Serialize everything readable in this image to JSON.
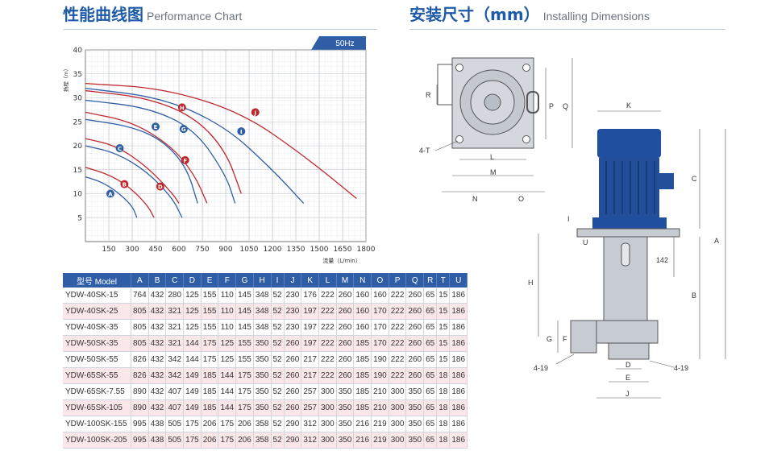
{
  "perf": {
    "title_cn": "性能曲线图",
    "title_en": "Performance Chart"
  },
  "install": {
    "title_cn": "安装尺寸（mm）",
    "title_en": "Installing Dimensions"
  },
  "chart_data": {
    "type": "line",
    "title": "",
    "badge": "50Hz",
    "ylabel": "扬程（m）",
    "xlabel": "流量（L/min）",
    "xlim": [
      0,
      1800
    ],
    "ylim": [
      0,
      40
    ],
    "x_ticks": [
      150,
      300,
      450,
      600,
      750,
      900,
      1050,
      1200,
      1350,
      1500,
      1650,
      1800
    ],
    "y_ticks": [
      5,
      10,
      15,
      20,
      25,
      30,
      35,
      40
    ],
    "grid": true,
    "series": [
      {
        "name": "A",
        "color": "#2f5da6",
        "points": [
          [
            0,
            13.5
          ],
          [
            100,
            12.5
          ],
          [
            200,
            10.5
          ],
          [
            300,
            7.5
          ],
          [
            330,
            5
          ]
        ]
      },
      {
        "name": "B",
        "color": "#c0272d",
        "points": [
          [
            0,
            15.5
          ],
          [
            150,
            14
          ],
          [
            280,
            11.5
          ],
          [
            400,
            7.5
          ],
          [
            440,
            5
          ]
        ]
      },
      {
        "name": "C",
        "color": "#2f5da6",
        "points": [
          [
            0,
            20
          ],
          [
            200,
            18.5
          ],
          [
            400,
            14.5
          ],
          [
            560,
            9
          ],
          [
            620,
            5
          ]
        ]
      },
      {
        "name": "D",
        "color": "#c0272d",
        "points": [
          [
            0,
            21.5
          ],
          [
            200,
            20
          ],
          [
            400,
            15.5
          ],
          [
            560,
            10
          ],
          [
            600,
            8
          ]
        ]
      },
      {
        "name": "E",
        "color": "#2f5da6",
        "points": [
          [
            0,
            25.5
          ],
          [
            300,
            24
          ],
          [
            500,
            21
          ],
          [
            650,
            15.5
          ],
          [
            720,
            8
          ]
        ]
      },
      {
        "name": "F",
        "color": "#c0272d",
        "points": [
          [
            0,
            27
          ],
          [
            300,
            25
          ],
          [
            550,
            20
          ],
          [
            700,
            14
          ],
          [
            780,
            8
          ]
        ]
      },
      {
        "name": "G",
        "color": "#2f5da6",
        "points": [
          [
            0,
            29.5
          ],
          [
            400,
            28
          ],
          [
            700,
            23.5
          ],
          [
            900,
            14
          ],
          [
            960,
            8
          ]
        ]
      },
      {
        "name": "H",
        "color": "#c0272d",
        "points": [
          [
            0,
            31.5
          ],
          [
            400,
            30
          ],
          [
            700,
            26
          ],
          [
            900,
            19
          ],
          [
            1000,
            10
          ]
        ]
      },
      {
        "name": "I",
        "color": "#2f5da6",
        "points": [
          [
            0,
            32
          ],
          [
            500,
            30
          ],
          [
            900,
            24
          ],
          [
            1200,
            15
          ],
          [
            1400,
            8
          ]
        ]
      },
      {
        "name": "J",
        "color": "#c0272d",
        "points": [
          [
            0,
            33
          ],
          [
            500,
            32
          ],
          [
            1000,
            27
          ],
          [
            1400,
            18
          ],
          [
            1740,
            9
          ]
        ]
      }
    ],
    "markers": [
      {
        "name": "A",
        "x": 160,
        "y": 10
      },
      {
        "name": "B",
        "x": 250,
        "y": 12
      },
      {
        "name": "C",
        "x": 220,
        "y": 19.5
      },
      {
        "name": "D",
        "x": 480,
        "y": 11.5
      },
      {
        "name": "E",
        "x": 450,
        "y": 24
      },
      {
        "name": "F",
        "x": 640,
        "y": 17
      },
      {
        "name": "G",
        "x": 630,
        "y": 23.5
      },
      {
        "name": "H",
        "x": 620,
        "y": 28
      },
      {
        "name": "I",
        "x": 1000,
        "y": 23
      },
      {
        "name": "J",
        "x": 1090,
        "y": 27
      }
    ]
  },
  "spec_table": {
    "headers": [
      "型号 Model",
      "A",
      "B",
      "C",
      "D",
      "E",
      "F",
      "G",
      "H",
      "I",
      "J",
      "K",
      "L",
      "M",
      "N",
      "O",
      "P",
      "Q",
      "R",
      "T",
      "U"
    ],
    "rows": [
      [
        "YDW-40SK-15",
        "764",
        "432",
        "280",
        "125",
        "155",
        "110",
        "145",
        "348",
        "52",
        "230",
        "176",
        "222",
        "260",
        "160",
        "160",
        "222",
        "260",
        "65",
        "15",
        "186"
      ],
      [
        "YDW-40SK-25",
        "805",
        "432",
        "321",
        "125",
        "155",
        "110",
        "145",
        "348",
        "52",
        "230",
        "197",
        "222",
        "260",
        "160",
        "170",
        "222",
        "260",
        "65",
        "15",
        "186"
      ],
      [
        "YDW-40SK-35",
        "805",
        "432",
        "321",
        "125",
        "155",
        "110",
        "145",
        "348",
        "52",
        "230",
        "197",
        "222",
        "260",
        "160",
        "170",
        "222",
        "260",
        "65",
        "15",
        "186"
      ],
      [
        "YDW-50SK-35",
        "805",
        "432",
        "321",
        "144",
        "175",
        "125",
        "155",
        "350",
        "52",
        "260",
        "197",
        "222",
        "260",
        "185",
        "170",
        "222",
        "260",
        "65",
        "15",
        "186"
      ],
      [
        "YDW-50SK-55",
        "826",
        "432",
        "342",
        "144",
        "175",
        "125",
        "155",
        "350",
        "52",
        "260",
        "217",
        "222",
        "260",
        "185",
        "190",
        "222",
        "260",
        "65",
        "15",
        "186"
      ],
      [
        "YDW-65SK-55",
        "826",
        "432",
        "342",
        "149",
        "185",
        "144",
        "175",
        "350",
        "52",
        "260",
        "217",
        "222",
        "260",
        "185",
        "190",
        "222",
        "260",
        "65",
        "18",
        "186"
      ],
      [
        "YDW-65SK-7.55",
        "890",
        "432",
        "407",
        "149",
        "185",
        "144",
        "175",
        "350",
        "52",
        "260",
        "257",
        "300",
        "350",
        "185",
        "210",
        "300",
        "350",
        "65",
        "18",
        "186"
      ],
      [
        "YDW-65SK-105",
        "890",
        "432",
        "407",
        "149",
        "185",
        "144",
        "175",
        "350",
        "52",
        "260",
        "257",
        "300",
        "350",
        "185",
        "210",
        "300",
        "350",
        "65",
        "18",
        "186"
      ],
      [
        "YDW-100SK-155",
        "995",
        "438",
        "505",
        "175",
        "206",
        "175",
        "206",
        "358",
        "52",
        "290",
        "312",
        "300",
        "350",
        "216",
        "219",
        "300",
        "350",
        "65",
        "18",
        "186"
      ],
      [
        "YDW-100SK-205",
        "995",
        "438",
        "505",
        "175",
        "206",
        "175",
        "206",
        "358",
        "52",
        "290",
        "312",
        "300",
        "350",
        "216",
        "219",
        "300",
        "350",
        "65",
        "18",
        "186"
      ]
    ],
    "row_tints": [
      "white",
      "pink",
      "white",
      "pink",
      "white",
      "pink",
      "white",
      "pink",
      "white",
      "pink"
    ]
  },
  "drawing": {
    "labels": {
      "R": "R",
      "T": "4-T",
      "L": "L",
      "M": "M",
      "N": "N",
      "O": "O",
      "P": "P",
      "Q": "Q",
      "K": "K",
      "C": "C",
      "A": "A",
      "I": "I",
      "U": "U",
      "H": "H",
      "B": "B",
      "dim142": "142",
      "G": "G",
      "F": "F",
      "D": "D",
      "E": "E",
      "J": "J",
      "flange_left": "4-19",
      "flange_right": "4-19"
    },
    "colors": {
      "motor": "#1f4f9e",
      "body": "#c7ccd3",
      "line": "#4a4f57"
    }
  }
}
